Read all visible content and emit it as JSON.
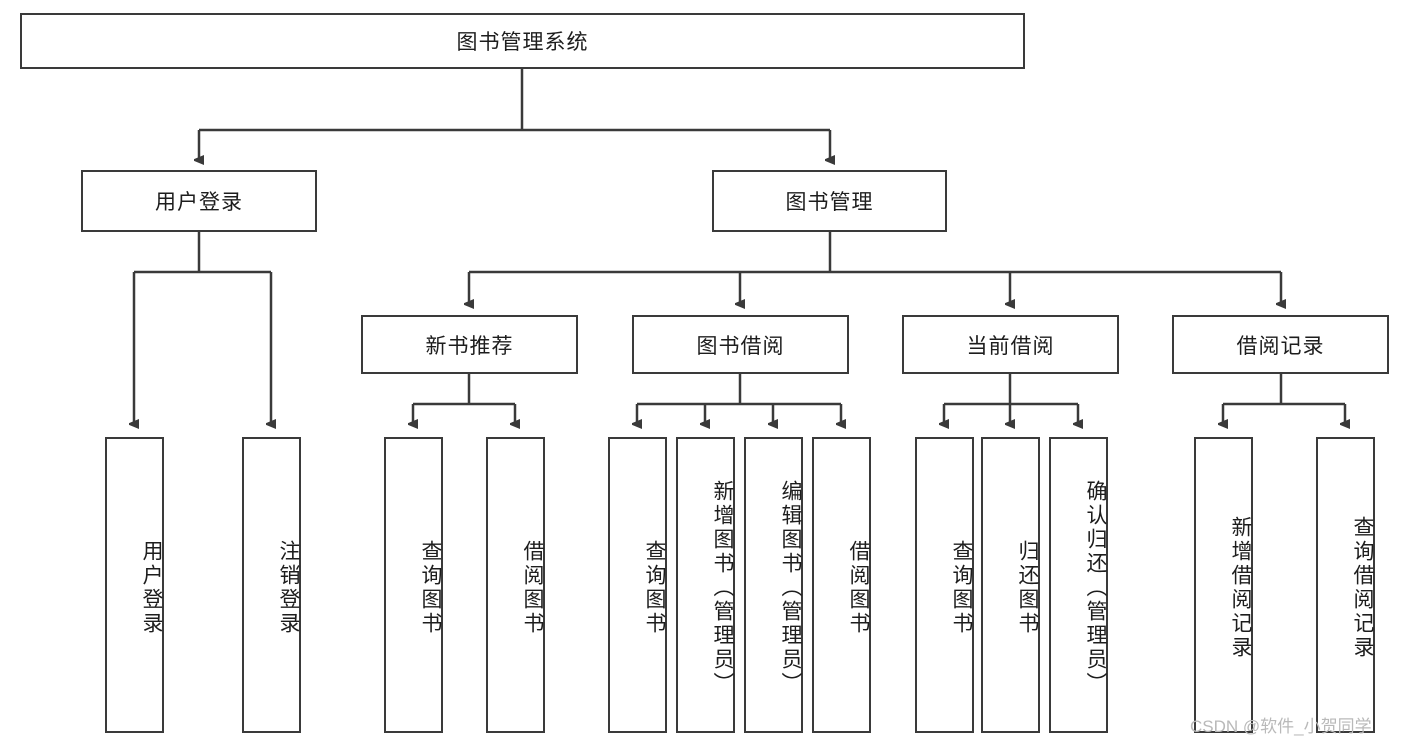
{
  "diagram": {
    "title": "图书管理系统",
    "type": "tree",
    "orientation": "top-down",
    "colors": {
      "box_border": "#3a3a3a",
      "box_fill": "#ffffff",
      "connector": "#3a3a3a",
      "text": "#1d1d1d",
      "watermark": "#b9b9b9",
      "background": "#ffffff"
    },
    "root": {
      "label": "图书管理系统"
    },
    "level1": [
      {
        "label": "用户登录"
      },
      {
        "label": "图书管理"
      }
    ],
    "level2": [
      {
        "label": "新书推荐"
      },
      {
        "label": "图书借阅"
      },
      {
        "label": "当前借阅"
      },
      {
        "label": "借阅记录"
      }
    ],
    "leaves": {
      "user_login": [
        {
          "label": "用户登录"
        },
        {
          "label": "注销登录"
        }
      ],
      "new_book_recommend": [
        {
          "label": "查询图书"
        },
        {
          "label": "借阅图书"
        }
      ],
      "book_borrow": [
        {
          "label": "查询图书"
        },
        {
          "label": "新增图书（管理员）"
        },
        {
          "label": "编辑图书（管理员）"
        },
        {
          "label": "借阅图书"
        }
      ],
      "current_borrow": [
        {
          "label": "查询图书"
        },
        {
          "label": "归还图书"
        },
        {
          "label": "确认归还（管理员）"
        }
      ],
      "borrow_records": [
        {
          "label": "新增借阅记录"
        },
        {
          "label": "查询借阅记录"
        }
      ]
    },
    "watermark": "CSDN @软件_小贺同学"
  }
}
